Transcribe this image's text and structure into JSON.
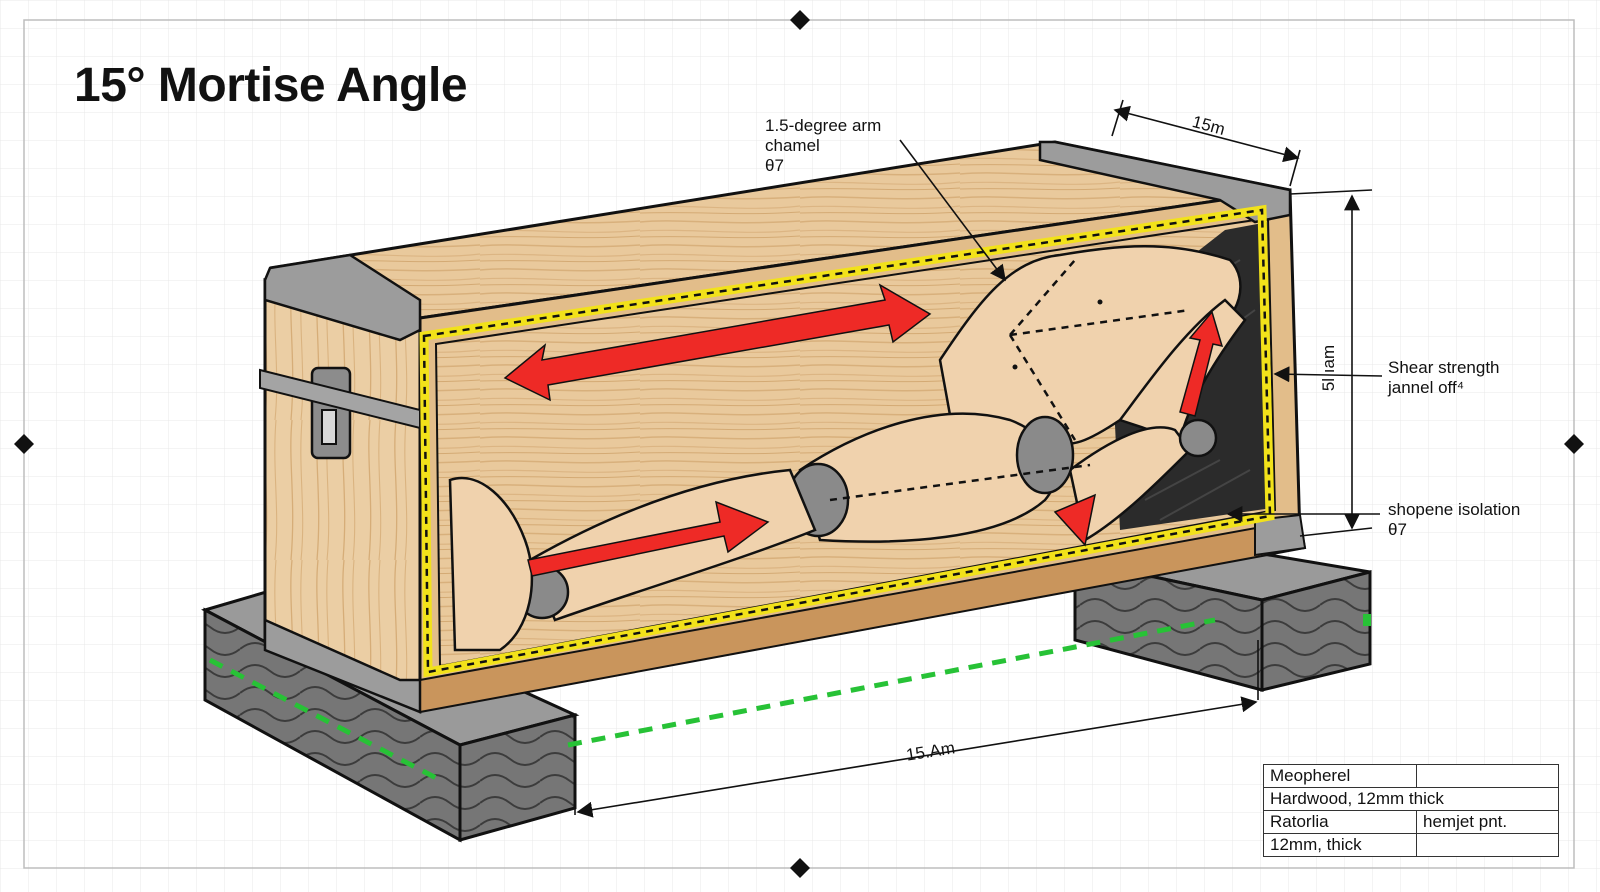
{
  "title": "15° Mortise Angle",
  "callouts": {
    "arm_channel": [
      "1.5-degree arm",
      "chamel",
      "θ7"
    ],
    "shear": [
      "Shear strength",
      "jannel off⁴"
    ],
    "isolation": [
      "shopene isolation",
      "θ7"
    ]
  },
  "dimensions": {
    "top_width": "15m",
    "height": "5l ıam",
    "length": "15.Am"
  },
  "spec_table": {
    "rows": [
      [
        "Meopherel",
        ""
      ],
      [
        "Hardwood, 12mm thick",
        ""
      ],
      [
        "Ratorlia",
        "hemjet pnt."
      ],
      [
        "12mm, thick",
        ""
      ]
    ]
  },
  "colors": {
    "wood": "#e7c596",
    "wood_dark": "#d2a46e",
    "metal": "#8f8f8f",
    "seal_yellow": "#f2e21a",
    "arrow_red": "#ee2a26",
    "dash_green": "#27c236",
    "skin": "#f0d2ad",
    "block": "#6e6e6e"
  }
}
